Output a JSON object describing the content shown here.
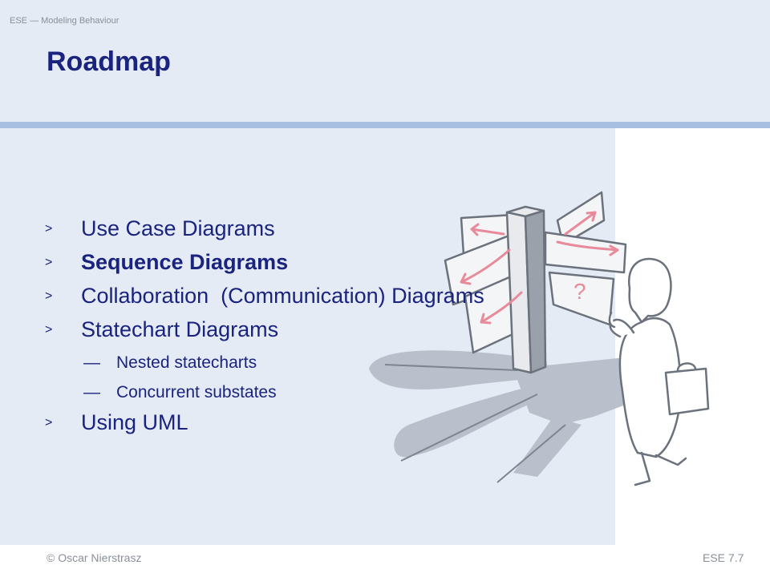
{
  "header": {
    "course": "ESE — Modeling Behaviour",
    "title": "Roadmap"
  },
  "bullets": [
    {
      "marker": ">",
      "text": "Use Case Diagrams",
      "bold": false
    },
    {
      "marker": ">",
      "text": "Sequence Diagrams",
      "bold": true
    },
    {
      "marker": ">",
      "text": "Collaboration  (Communication) Diagrams",
      "bold": false
    },
    {
      "marker": ">",
      "text": "Statechart Diagrams",
      "bold": false,
      "sub": [
        {
          "dash": "—",
          "text": "Nested statecharts"
        },
        {
          "dash": "—",
          "text": "Concurrent substates"
        }
      ]
    },
    {
      "marker": ">",
      "text": "Using UML",
      "bold": false
    }
  ],
  "illustration": {
    "question_mark": "?",
    "colors": {
      "sign": "#f4f5f7",
      "outline": "#7d8590",
      "shadow": "#b9c0cb",
      "arrow": "#e88a9a"
    }
  },
  "footer": {
    "copyright": "© Oscar Nierstrasz",
    "page": "ESE 7.7"
  }
}
